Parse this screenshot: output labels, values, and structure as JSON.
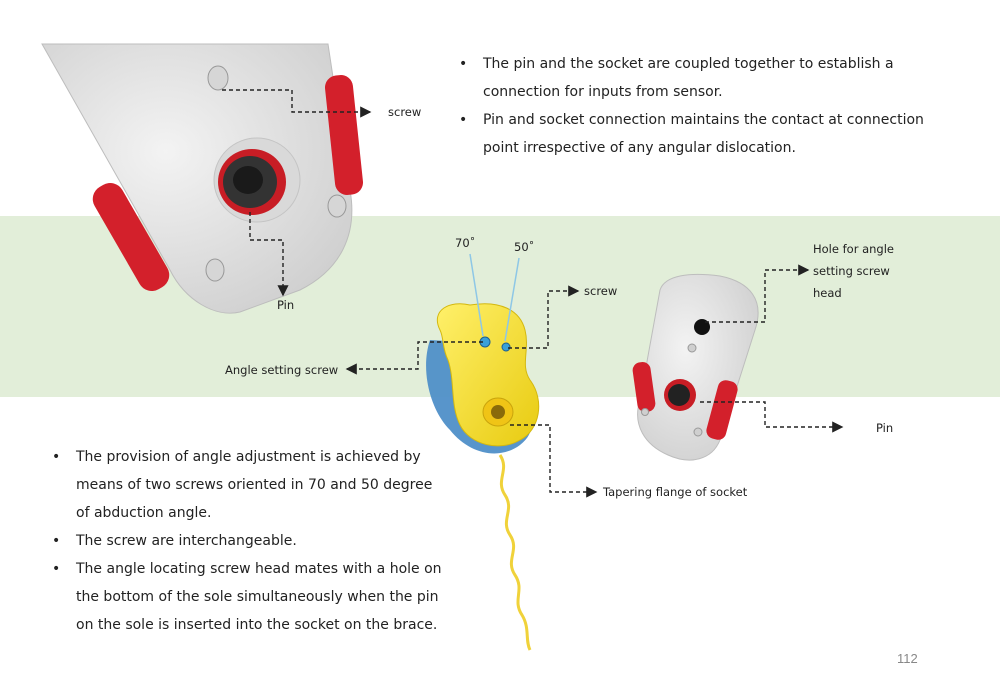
{
  "top_bullets": [
    "The pin and the socket are coupled together to establish a connection for inputs from sensor.",
    "Pin and socket connection maintains the contact at connection point irrespective of any angular dislocation."
  ],
  "bottom_bullets": [
    "The provision of angle adjustment is achieved by means of two screws  oriented in 70 and 50 degree of abduction angle.",
    "The screw are interchangeable.",
    "The angle locating screw head mates with a hole on the bottom of the sole simultaneously when the pin on the sole is inserted into the socket on the brace."
  ],
  "labels": {
    "screw_top": "screw",
    "pin_top": "Pin",
    "angle_70": "70˚",
    "angle_50": "50˚",
    "screw_mid": "screw",
    "angle_setting_screw": "Angle setting screw",
    "hole_for_angle": "Hole for angle setting  screw head",
    "pin_right": "Pin",
    "tapering_flange": "Tapering flange of socket"
  },
  "page_number": "112",
  "colors": {
    "band": "#e2eed9",
    "sole_grey": "#e6e6e6",
    "red_part": "#d3202b",
    "yellow_brace": "#f7e11b",
    "blue_brace": "#4f8fc8",
    "cable": "#f0d23a"
  }
}
